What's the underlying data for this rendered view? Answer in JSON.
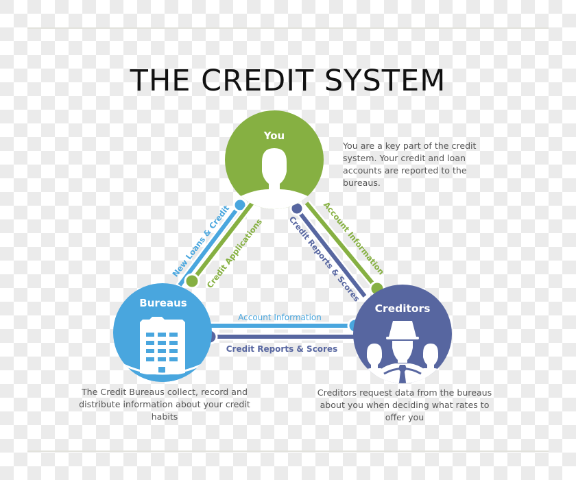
{
  "title": "THE CREDIT SYSTEM",
  "colors": {
    "you_green": "#86b042",
    "bureaus_blue": "#49a6de",
    "creditors_navy": "#5766a0",
    "description_text": "#555555",
    "title_text": "#111111"
  },
  "nodes": {
    "you": {
      "label": "You",
      "icon": "person-silhouette-icon",
      "description": "You are a key part of the credit system. Your credit and loan accounts are reported to the bureaus."
    },
    "bureaus": {
      "label": "Bureaus",
      "icon": "office-building-icon",
      "description": "The Credit Bureaus collect, record and distribute information about your credit habits"
    },
    "creditors": {
      "label": "Creditors",
      "icon": "group-with-hat-icon",
      "description": "Creditors request data from the bureaus about you when deciding what rates to offer you"
    }
  },
  "connections": [
    {
      "from": "bureaus",
      "to": "you",
      "label": "New Loans & Credit",
      "color": "#49a6de"
    },
    {
      "from": "you",
      "to": "bureaus",
      "label": "Credit Applications",
      "color": "#86b042"
    },
    {
      "from": "you",
      "to": "creditors",
      "label": "Account Information",
      "color": "#86b042"
    },
    {
      "from": "creditors",
      "to": "you",
      "label": "Credit Reports & Scores",
      "color": "#5766a0"
    },
    {
      "from": "creditors",
      "to": "bureaus",
      "label": "Account Information",
      "color": "#49a6de"
    },
    {
      "from": "bureaus",
      "to": "creditors",
      "label": "Credit Reports & Scores",
      "color": "#5766a0"
    }
  ]
}
